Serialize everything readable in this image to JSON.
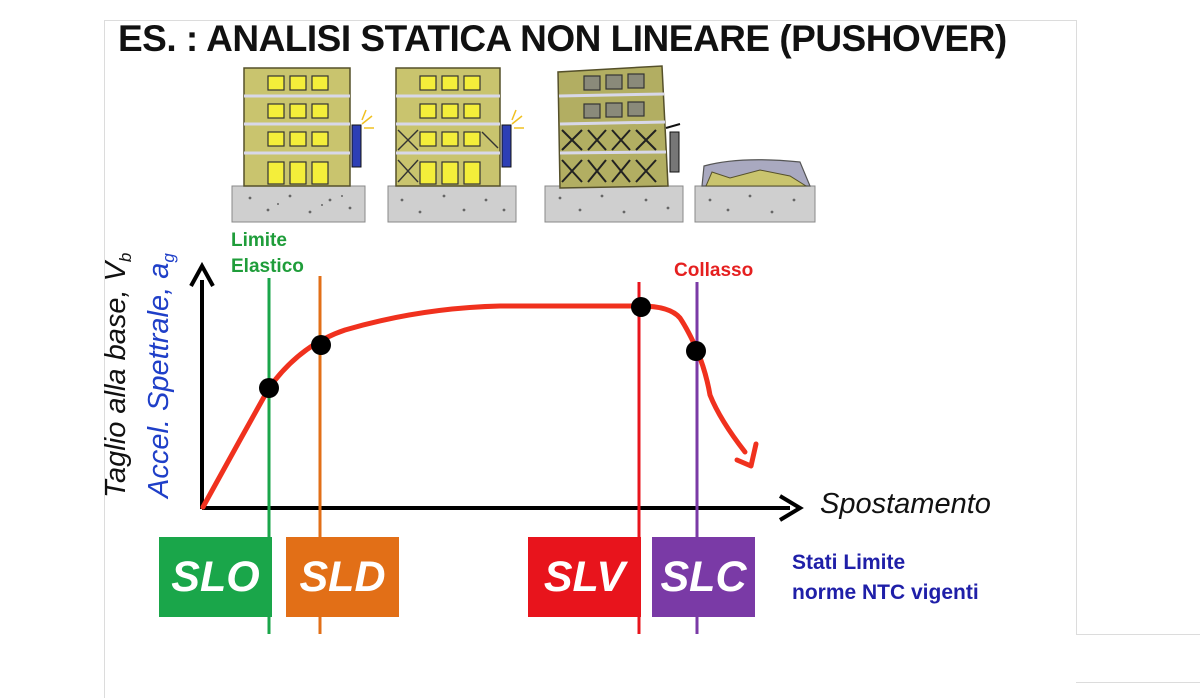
{
  "title": "ES. : ANALISI STATICA NON LINEARE (PUSHOVER)",
  "axes": {
    "y_label_black": "Taglio alla base, V",
    "y_label_black_sub": "b",
    "y_label_blue": "Accel. Spettrale, a",
    "y_label_blue_sub": "g",
    "x_label": "Spostamento"
  },
  "annotations": {
    "limite_line1": "Limite",
    "limite_line2": "Elastico",
    "collasso": "Collasso"
  },
  "limit_states": [
    {
      "label": "SLO",
      "color": "#1aa64a"
    },
    {
      "label": "SLD",
      "color": "#e26f17"
    },
    {
      "label": "SLV",
      "color": "#e8141c"
    },
    {
      "label": "SLC",
      "color": "#7a3aa6"
    }
  ],
  "legend": {
    "line1": "Stati Limite",
    "line2": "norme NTC vigenti"
  },
  "colors": {
    "curve": "#f0311e",
    "green": "#1aa64a",
    "orange": "#e26f17",
    "red": "#e8141c",
    "purple": "#7a3aa6",
    "building": "#c9c46e",
    "window": "#f4ee3a",
    "base": "#cfcfcf"
  },
  "icons": [
    "intact-building-icon",
    "slightly-damaged-building-icon",
    "damaged-building-icon",
    "collapsed-building-icon"
  ]
}
